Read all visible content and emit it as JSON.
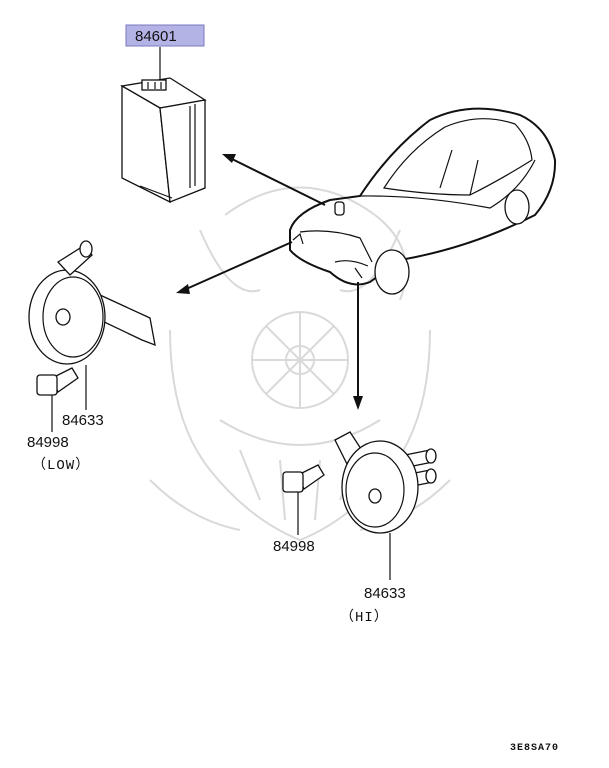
{
  "labels": {
    "ecu": "84601",
    "horn_low": "84633",
    "bolt_low": "84998",
    "low_note": "（LOW）",
    "bolt_hi": "84998",
    "horn_hi": "84633",
    "hi_note": "（HI）",
    "diagram_code": "3E8SA70"
  },
  "colors": {
    "highlight_fill": "#b3b3e6",
    "highlight_border": "#7a7ac0",
    "line": "#111111",
    "watermark": "#d9d9d9"
  }
}
